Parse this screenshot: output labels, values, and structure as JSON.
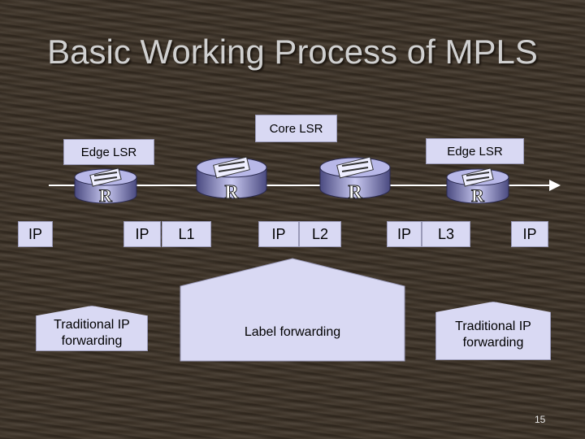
{
  "title": "Basic Working Process of MPLS",
  "labels": {
    "core_lsr": "Core LSR",
    "edge_lsr_left": "Edge LSR",
    "edge_lsr_right": "Edge LSR"
  },
  "router_letter": "R",
  "packets": [
    "IP",
    "IP",
    "L1",
    "IP",
    "L2",
    "IP",
    "L3",
    "IP"
  ],
  "descriptions": {
    "left": "Traditional IP forwarding",
    "center": "Label forwarding",
    "right": "Traditional IP forwarding"
  },
  "page_number": "15",
  "colors": {
    "box_fill": "#d9d9f3",
    "arrow": "#ffffff",
    "title_text": "#d0d0d0"
  }
}
